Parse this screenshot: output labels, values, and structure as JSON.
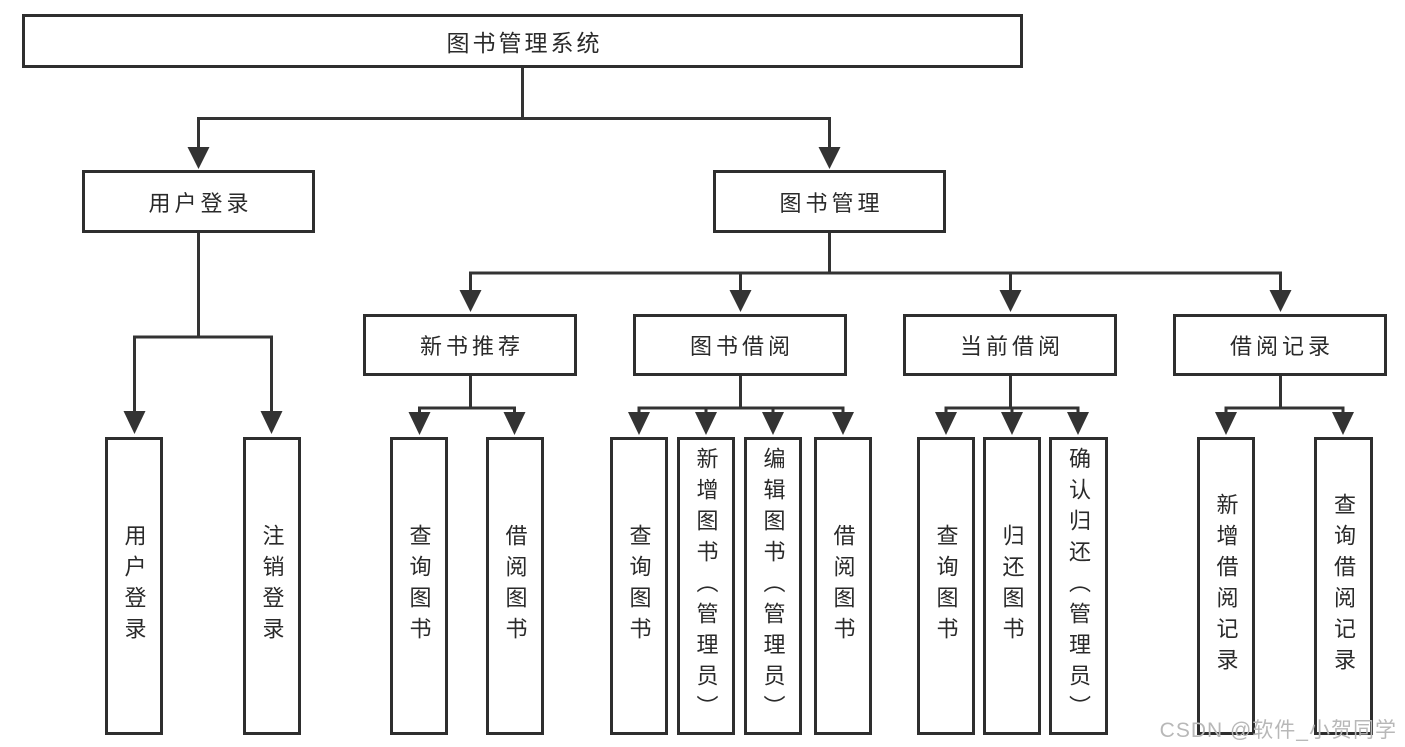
{
  "diagram": {
    "root": {
      "label": "图书管理系统"
    },
    "level2": [
      {
        "label": "用户登录"
      },
      {
        "label": "图书管理"
      }
    ],
    "level3": [
      {
        "label": "新书推荐"
      },
      {
        "label": "图书借阅"
      },
      {
        "label": "当前借阅"
      },
      {
        "label": "借阅记录"
      }
    ],
    "leaves": [
      {
        "label": "用户登录"
      },
      {
        "label": "注销登录"
      },
      {
        "label": "查询图书"
      },
      {
        "label": "借阅图书"
      },
      {
        "label": "查询图书"
      },
      {
        "label": "新增图书（管理员）"
      },
      {
        "label": "编辑图书（管理员）"
      },
      {
        "label": "借阅图书"
      },
      {
        "label": "查询图书"
      },
      {
        "label": "归还图书"
      },
      {
        "label": "确认归还（管理员）"
      },
      {
        "label": "新增借阅记录"
      },
      {
        "label": "查询借阅记录"
      }
    ]
  },
  "watermark": {
    "text": "CSDN @软件_小贺同学"
  },
  "colors": {
    "line": "#333333",
    "border": "#2e2e2e",
    "box_bg": "#ffffff",
    "text": "#2a2a2a",
    "watermark": "#b8b8b8",
    "background": "#ffffff"
  }
}
